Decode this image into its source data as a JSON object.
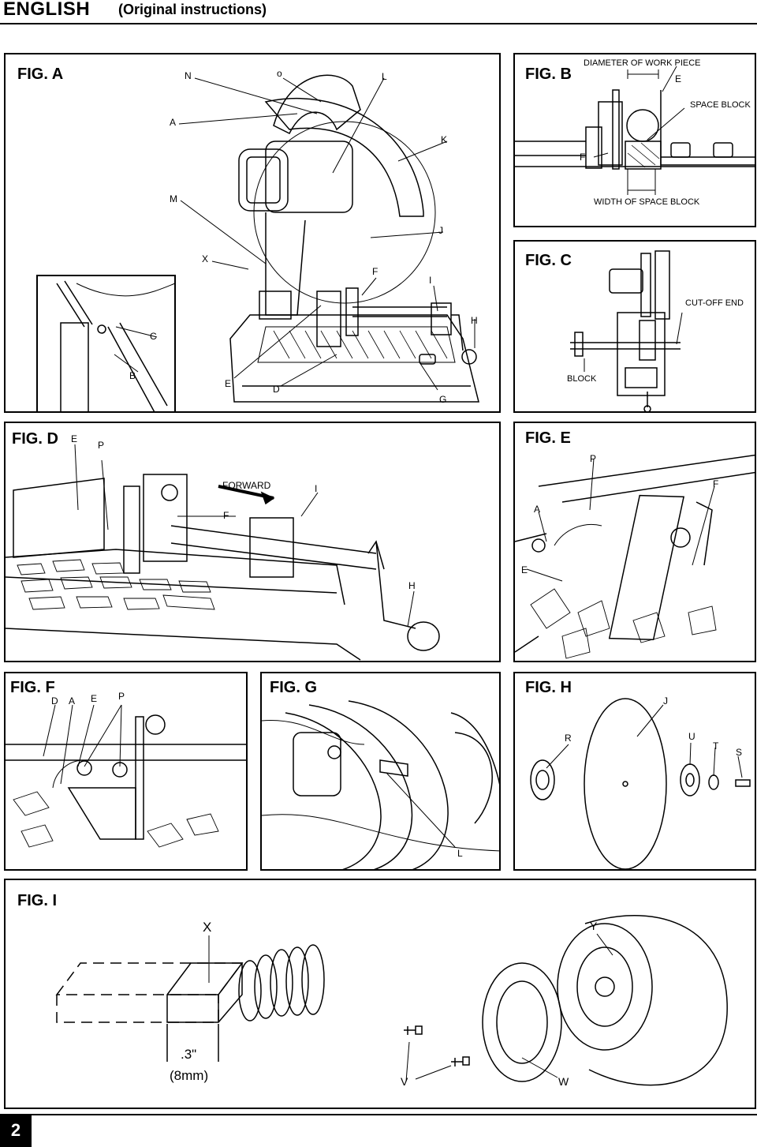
{
  "header": {
    "language": "ENGLISH",
    "subtitle": "(Original instructions)"
  },
  "page_number": "2",
  "figA": {
    "title": "FIG. A",
    "labels": {
      "N": "N",
      "o": "o",
      "L": "L",
      "A": "A",
      "K": "K",
      "M": "M",
      "J": "J",
      "X": "X",
      "F": "F",
      "I": "I",
      "H": "H",
      "C": "C",
      "B": "B",
      "E": "E",
      "D": "D",
      "G": "G"
    }
  },
  "figB": {
    "title": "FIG. B",
    "diameter": "DIAMETER OF WORK PIECE",
    "E": "E",
    "space_block": "SPACE BLOCK",
    "F": "F",
    "width": "WIDTH OF SPACE BLOCK"
  },
  "figC": {
    "title": "FIG. C",
    "cutoff": "CUT-OFF END",
    "block": "BLOCK"
  },
  "figD": {
    "title": "FIG. D",
    "E": "E",
    "P": "P",
    "forward": "FORWARD",
    "I": "I",
    "F": "F",
    "H": "H"
  },
  "figE": {
    "title": "FIG. E",
    "P": "P",
    "F": "F",
    "A": "A",
    "E": "E"
  },
  "figF": {
    "title": "FIG. F",
    "D": "D",
    "A": "A",
    "E": "E",
    "P": "P"
  },
  "figG": {
    "title": "FIG. G",
    "L": "L"
  },
  "figH": {
    "title": "FIG. H",
    "J": "J",
    "R": "R",
    "U": "U",
    "T": "T",
    "S": "S"
  },
  "figI": {
    "title": "FIG. I",
    "X": "X",
    "Y": "Y",
    "dim1": ".3\"",
    "dim2": "(8mm)",
    "V": "V",
    "W": "W"
  }
}
